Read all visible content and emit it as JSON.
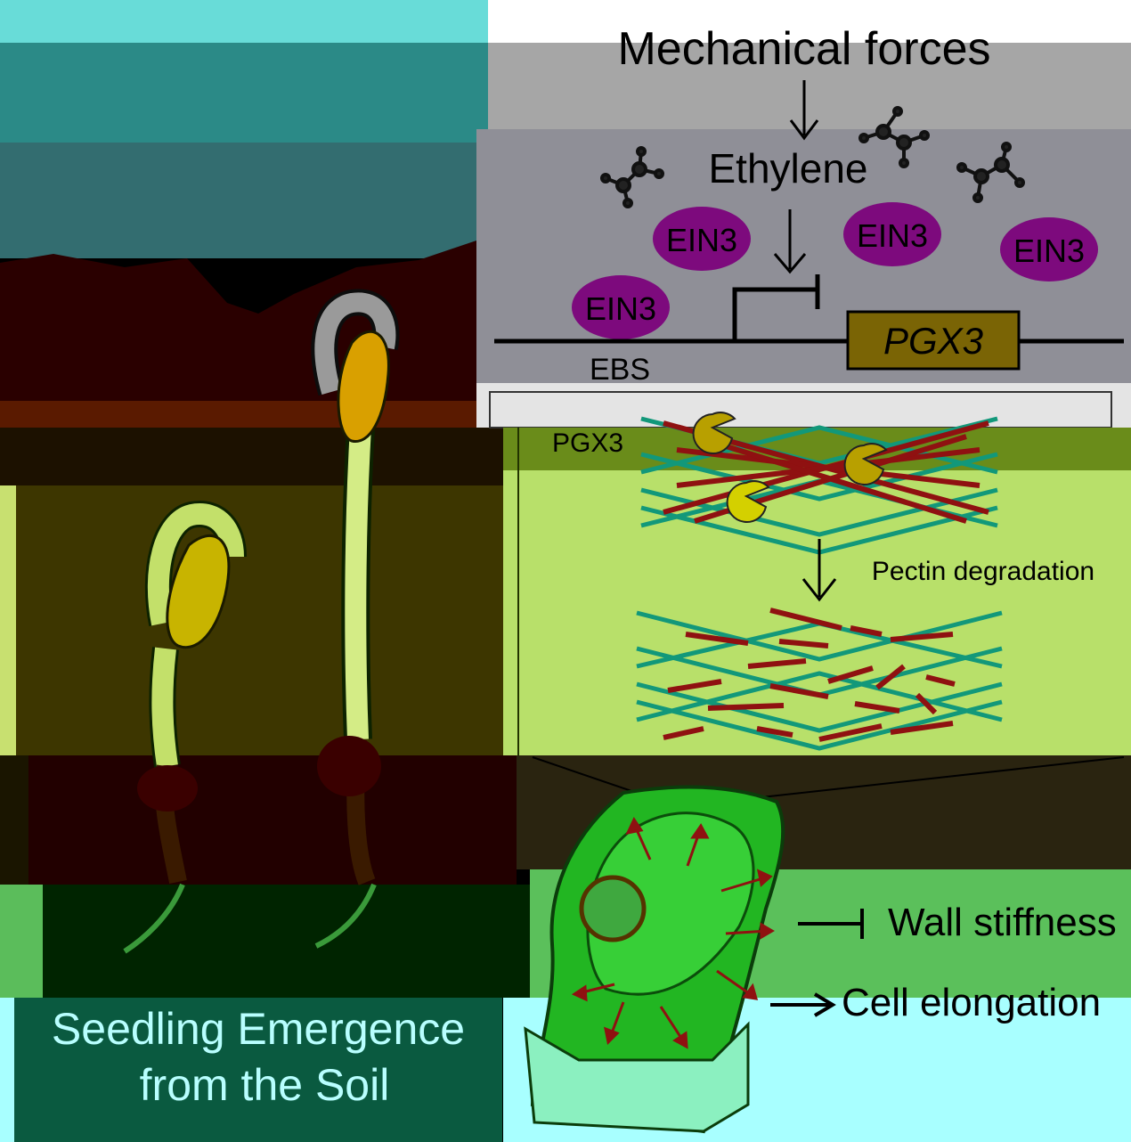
{
  "diagram": {
    "top_label": "Mechanical forces",
    "hormone_label": "Ethylene",
    "factor_labels": [
      "EIN3",
      "EIN3",
      "EIN3",
      "EIN3"
    ],
    "gene_label": "PGX3",
    "element_label": "EBS",
    "enzyme_label": "PGX3",
    "process_label": "Pectin degradation",
    "outcome_inhibited": "Wall stiffness",
    "outcome_promoted": "Cell elongation",
    "caption_line1": "Seedling Emergence",
    "caption_line2": "from the Soil"
  },
  "colors": {
    "factor_fill": "#7d0a7d",
    "gene_box": "#7a6405",
    "pectin": "#8f1111",
    "cellulose": "#12987a",
    "seedling": "#c3e06a",
    "cotyledon": "#c8b400",
    "cell_green": "#22b622",
    "soil": "#2a0000",
    "sky": "#2b8a87"
  }
}
